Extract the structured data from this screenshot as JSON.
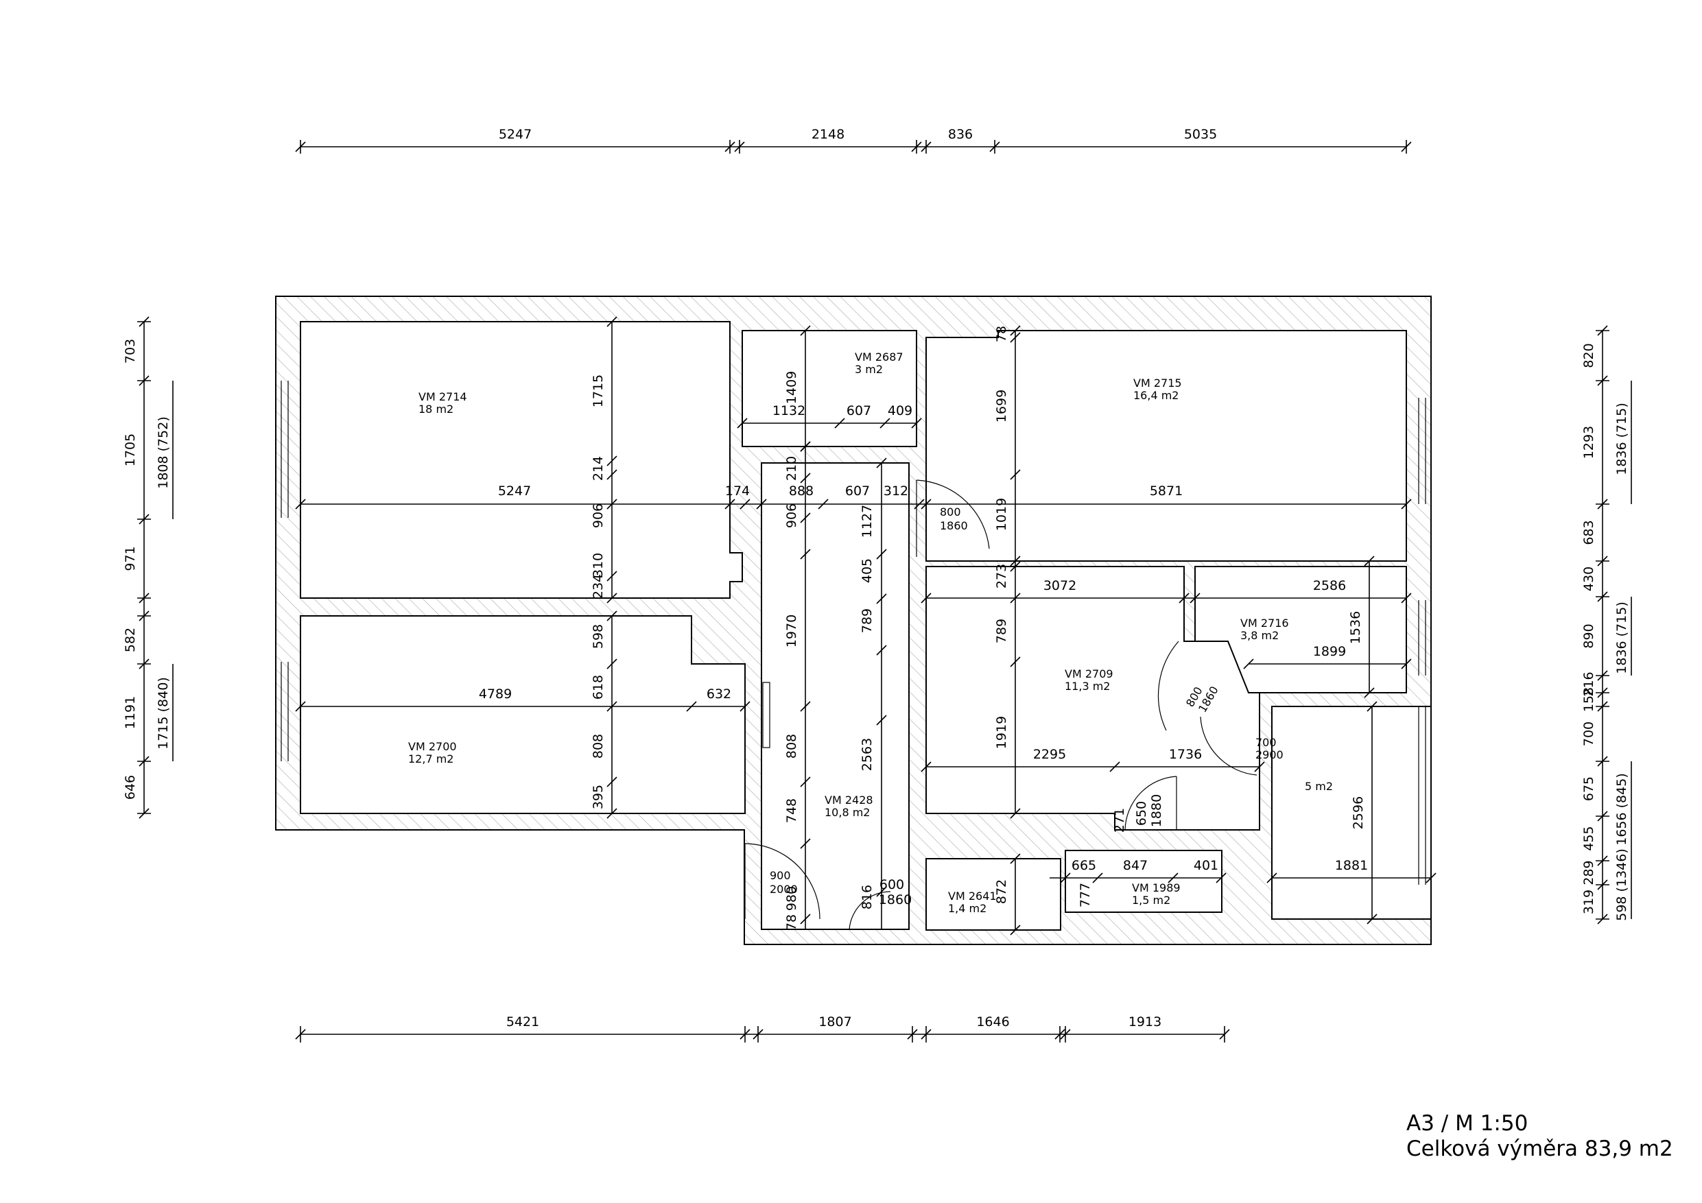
{
  "footer": {
    "sheet_scale": "A3 / M 1:50",
    "total_area": "Celková výměra 83,9 m2"
  },
  "rooms": [
    {
      "code": "VM 2714",
      "area": "18 m2"
    },
    {
      "code": "VM 2687",
      "area": "3 m2"
    },
    {
      "code": "VM 2715",
      "area": "16,4 m2"
    },
    {
      "code": "VM 2700",
      "area": "12,7 m2"
    },
    {
      "code": "VM 2428",
      "area": "10,8 m2"
    },
    {
      "code": "VM 2709",
      "area": "11,3 m2"
    },
    {
      "code": "VM 2716",
      "area": "3,8 m2"
    },
    {
      "code": "",
      "area": "5 m2"
    },
    {
      "code": "VM 2641",
      "area": "1,4 m2"
    },
    {
      "code": "VM 1989",
      "area": "1,5 m2"
    }
  ],
  "dims_top": [
    "5247",
    "2148",
    "836",
    "5035"
  ],
  "dims_bottom": [
    "5421",
    "1807",
    "1646",
    "1913"
  ],
  "dims_left_inner": [
    "703",
    "1705",
    "971",
    "582",
    "1191",
    "646"
  ],
  "dims_left_outer": [
    "1808 (752)",
    "1715 (840)"
  ],
  "dims_right_inner": [
    "820",
    "1293",
    "683",
    "430",
    "890",
    "216",
    "158",
    "700",
    "675",
    "455",
    "289",
    "319"
  ],
  "dims_right_outer": [
    "1836 (715)",
    "1836 (715)",
    "1656 (845)",
    "598 (1346)"
  ],
  "dims_interior": [
    "1715",
    "214",
    "906",
    "310",
    "234",
    "598",
    "618",
    "808",
    "395",
    "5247",
    "174",
    "888",
    "607",
    "312",
    "5871",
    "4789",
    "632",
    "1409",
    "1132",
    "607",
    "409",
    "210",
    "906",
    "1970",
    "808",
    "748",
    "980",
    "78",
    "1127",
    "405",
    "789",
    "2563",
    "816",
    "600",
    "1860",
    "78",
    "1699",
    "1019",
    "273",
    "789",
    "1919",
    "3072",
    "2586",
    "1536",
    "1899",
    "2295",
    "1736",
    "2596",
    "1881",
    "271",
    "650",
    "1880",
    "665",
    "847",
    "401",
    "777",
    "872"
  ],
  "doors": [
    {
      "width": "800",
      "height": "1860"
    },
    {
      "width": "900",
      "height": "2000"
    },
    {
      "width": "800",
      "height": "1860"
    },
    {
      "width": "700",
      "height": "2900"
    }
  ]
}
